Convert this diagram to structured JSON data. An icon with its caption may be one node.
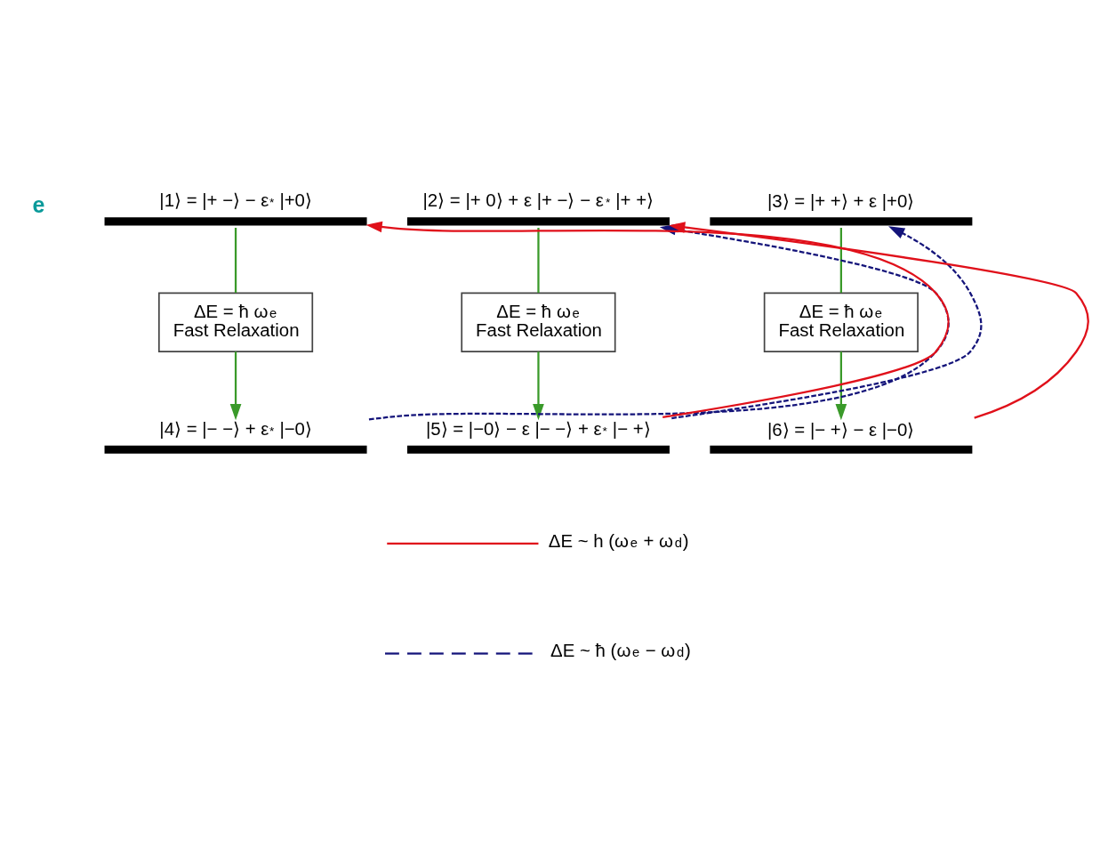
{
  "diagram": {
    "nodes": [
      {
        "text": [
          "|1⟩ = |+ −⟩ − ε$^{*}$ |+0⟩"
        ]
      },
      {
        "text": [
          "|2⟩ = |+ 0⟩ + ε |+ −⟩ − ε$^{*}$ |+ +⟩"
        ]
      },
      {
        "text": [
          "|3⟩ = |+ +⟩ + ε |+0⟩"
        ]
      },
      {
        "text": [
          "ΔE = ħ ω$_{e}$",
          "Fast Relaxation"
        ]
      },
      {
        "text": [
          "ΔE = ħ ω$_{e}$",
          "Fast Relaxation"
        ]
      },
      {
        "text": [
          "ΔE = ħ ω$_{e}$",
          "Fast Relaxation"
        ]
      },
      {
        "text": [
          "|4⟩ = |− −⟩ + ε$^{*}$ |−0⟩"
        ]
      },
      {
        "text": [
          "|5⟩ = |−0⟩ − ε |− −⟩ + ε$^{*}$ |− +⟩"
        ]
      },
      {
        "text": [
          "|6⟩ = |− +⟩ − ε |−0⟩"
        ]
      }
    ],
    "edges": [
      {
        "from": 0,
        "to": 3,
        "arrow": "none"
      },
      {
        "from": 3,
        "to": 6,
        "arrow": "to"
      },
      {
        "from": 1,
        "to": 4,
        "arrow": "none"
      },
      {
        "from": 4,
        "to": 7,
        "arrow": "to"
      },
      {
        "from": 2,
        "to": 5,
        "arrow": "none"
      },
      {
        "from": 5,
        "to": 8,
        "arrow": "to"
      },
      {
        "from": 7,
        "to": 0,
        "arrow": "to",
        "color": "#e0101a"
      },
      {
        "from": 8,
        "to": 1,
        "arrow": "to",
        "color": "#e0101a"
      },
      {
        "from": 6,
        "to": 1,
        "arrow": "to",
        "style": "dashed",
        "color": "#14147a"
      },
      {
        "from": 7,
        "to": 2,
        "arrow": "to",
        "style": "dashed",
        "color": "#14147a"
      }
    ],
    "labels": [
      "e"
    ],
    "legend": [
      {
        "text": "ΔE ~ h (ω$_{e}$ + ω$_{d}$)"
      },
      {
        "text": "ΔE ~ ħ (ω$_{e}$ − ω$_{d}$)"
      }
    ]
  }
}
